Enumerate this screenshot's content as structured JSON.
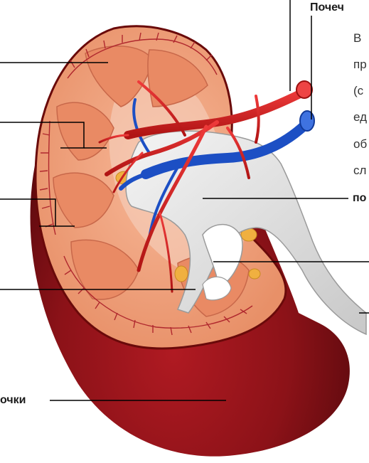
{
  "labels": {
    "top_vessel": "Почеч",
    "pelvis": "по",
    "capsule": "очки"
  },
  "description_lines": [
    "В",
    "пр",
    "(с",
    "ед",
    "об",
    "сл"
  ],
  "colors": {
    "capsule": "#8c1218",
    "cortex": "#f0a27a",
    "medulla": "#e98a64",
    "artery": "#d82020",
    "vein": "#1c4fc4",
    "pelvis": "#e4e4e4",
    "fat": "#f0b040",
    "leader_line": "#000000"
  }
}
